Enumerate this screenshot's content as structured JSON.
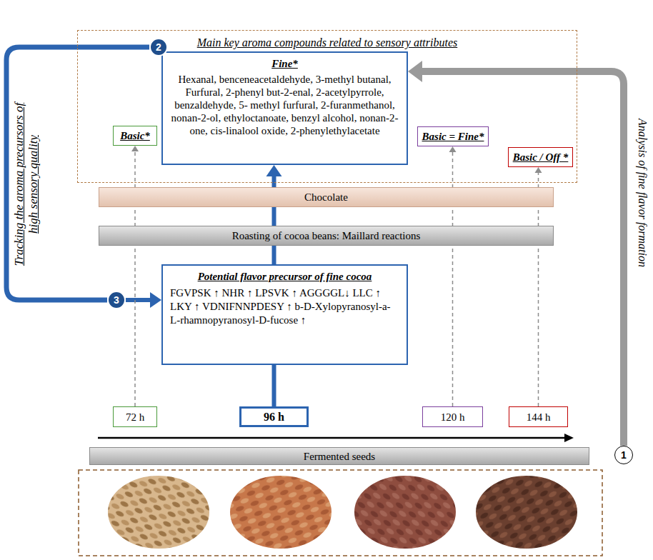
{
  "diagram": {
    "nodes": [
      {
        "text": [
          "Main key aroma compounds related to sensory attributes"
        ]
      },
      {
        "text": [
          "2"
        ],
        "in": 0
      },
      {
        "text": [
          "Fine*",
          "Hexanal, benceneacetaldehyde, 3-methyl butanal, Furfural, 2-phenyl but-2-enal, 2-acetylpyrrole, benzaldehyde, 5- methyl furfural, 2-furanmethanol, nonan-2-ol, ethyloctanoate, benzyl alcohol, nonan-2-one, cis-linalool oxide, 2-phenylethylacetate"
        ],
        "in": 0
      },
      {
        "text": [
          "Basic*"
        ],
        "in": 0
      },
      {
        "text": [
          "Basic = Fine*"
        ],
        "in": 0
      },
      {
        "text": [
          "Basic / Off *"
        ],
        "in": 0
      },
      {
        "text": [
          "Chocolate"
        ]
      },
      {
        "text": [
          "Roasting of cocoa beans: Maillard reactions"
        ]
      },
      {
        "text": [
          "3"
        ]
      },
      {
        "text": [
          "Potential flavor precursor of fine cocoa",
          "FGVPSK ↑ NHR ↑ LPSVK ↑ AGGGGL↓ LLC ↑ LKY ↑ VDNIFNNPDESY ↑ b-D-Xylopyranosyl-a-L-rhamnopyranosyl-D-fucose ↑"
        ]
      },
      {
        "text": [
          "72 h"
        ]
      },
      {
        "text": [
          "96 h"
        ]
      },
      {
        "text": [
          "120 h"
        ]
      },
      {
        "text": [
          "144 h"
        ]
      },
      {
        "text": [
          "Fermented seeds"
        ]
      },
      {
        "text": [
          "1"
        ]
      }
    ],
    "edges": [
      {
        "from": 1,
        "to": 8,
        "arrow": "none"
      },
      {
        "from": 8,
        "to": 9,
        "arrow": "to"
      },
      {
        "from": 11,
        "to": 9,
        "arrow": "none"
      },
      {
        "from": 9,
        "to": 2,
        "arrow": "to"
      },
      {
        "from": 10,
        "to": 3,
        "arrow": "to"
      },
      {
        "from": 12,
        "to": 4,
        "arrow": "to"
      },
      {
        "from": 13,
        "to": 5,
        "arrow": "to"
      },
      {
        "from": 15,
        "to": 2,
        "arrow": "to"
      }
    ],
    "labels": [
      "Tracking the aroma precursors of high sensory quality",
      "Analysis of fine flavor formation"
    ]
  }
}
